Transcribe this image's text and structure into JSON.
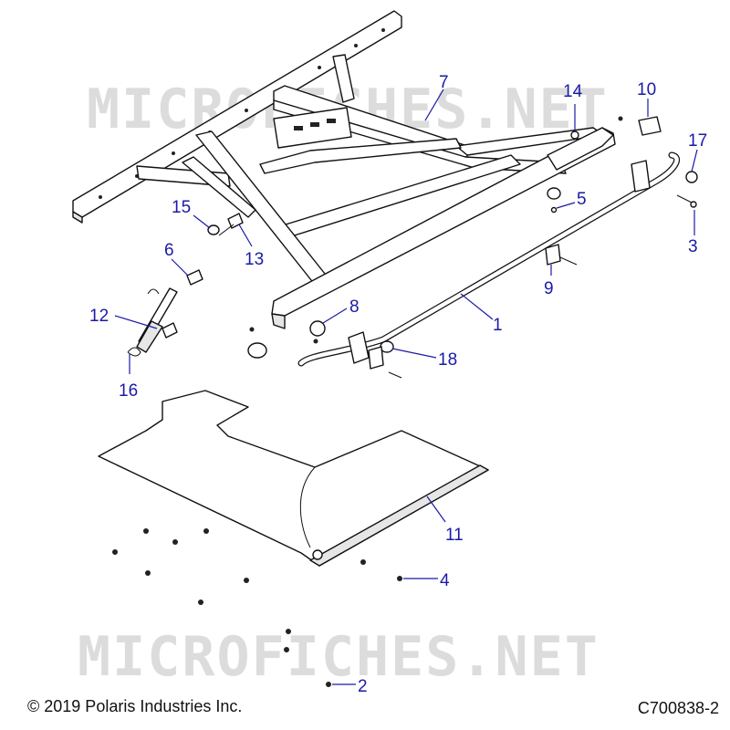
{
  "watermark": "MICROFICHES.NET",
  "callouts": [
    {
      "id": "1",
      "label": "1"
    },
    {
      "id": "2",
      "label": "2"
    },
    {
      "id": "3",
      "label": "3"
    },
    {
      "id": "4",
      "label": "4"
    },
    {
      "id": "5",
      "label": "5"
    },
    {
      "id": "6",
      "label": "6"
    },
    {
      "id": "7",
      "label": "7"
    },
    {
      "id": "8",
      "label": "8"
    },
    {
      "id": "9",
      "label": "9"
    },
    {
      "id": "10",
      "label": "10"
    },
    {
      "id": "11",
      "label": "11"
    },
    {
      "id": "12",
      "label": "12"
    },
    {
      "id": "13",
      "label": "13"
    },
    {
      "id": "14",
      "label": "14"
    },
    {
      "id": "15",
      "label": "15"
    },
    {
      "id": "16",
      "label": "16"
    },
    {
      "id": "17",
      "label": "17"
    },
    {
      "id": "18",
      "label": "18"
    }
  ],
  "footer": {
    "copyright": "© 2019 Polaris Industries Inc.",
    "figure_code": "C700838-2"
  },
  "colors": {
    "callout": "#1a1aa8",
    "watermark": "#dcdcdc",
    "line": "#111111"
  }
}
